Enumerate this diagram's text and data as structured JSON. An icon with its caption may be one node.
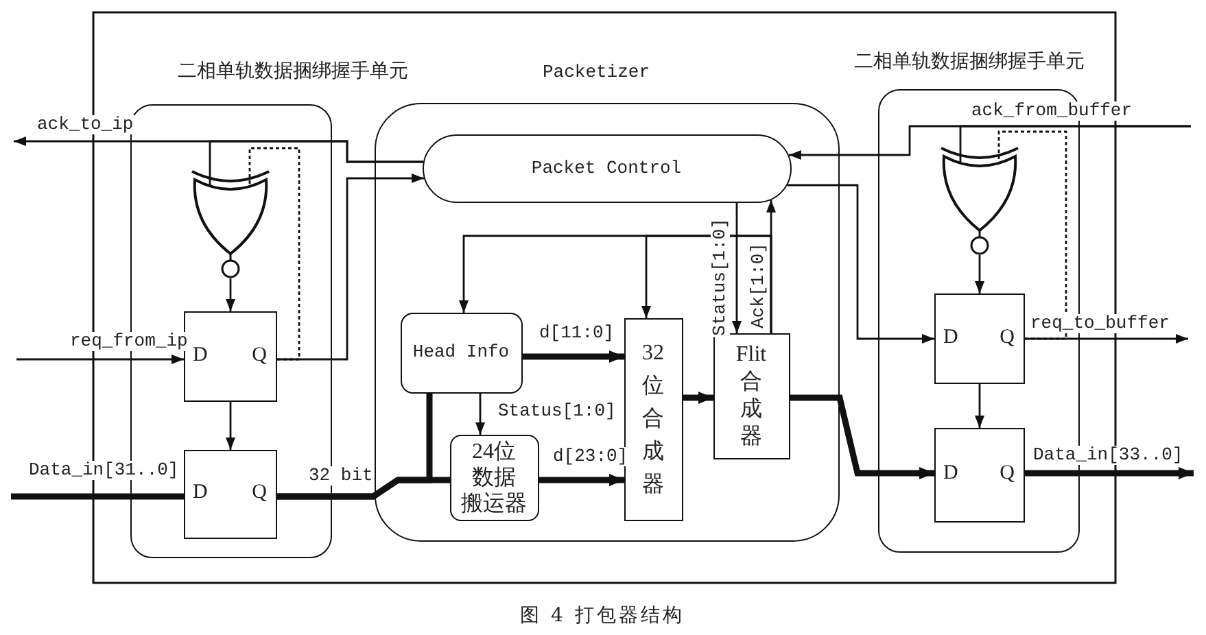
{
  "diagram": {
    "caption": "图 4 打包器结构",
    "nodes": [
      {
        "text": [
          "二相单轨数据捆绑握手单元"
        ]
      },
      {
        "text": [],
        "shape": "gate",
        "in": 0
      },
      {
        "text": [
          "D",
          "Q"
        ],
        "in": 0
      },
      {
        "text": [
          "D",
          "Q"
        ],
        "in": 0
      },
      {
        "text": [
          "Packetizer"
        ]
      },
      {
        "text": [
          "Packet Control"
        ],
        "in": 4
      },
      {
        "text": [
          "Head Info"
        ],
        "in": 4
      },
      {
        "text": [
          "24位数据搬运器"
        ],
        "in": 4
      },
      {
        "text": [
          "32位合成器"
        ],
        "in": 4
      },
      {
        "text": [
          "Flit合成器"
        ],
        "in": 4
      },
      {
        "text": [
          "二相单轨数据捆绑握手单元"
        ]
      },
      {
        "text": [],
        "shape": "gate",
        "in": 10
      },
      {
        "text": [
          "D",
          "Q"
        ],
        "in": 10
      },
      {
        "text": [
          "D",
          "Q"
        ],
        "in": 10
      }
    ],
    "edges": [
      {
        "from": 5,
        "to": null,
        "arrow": "to",
        "label": "ack_to_ip"
      },
      {
        "from": 5,
        "to": 1,
        "arrow": "none"
      },
      {
        "from": null,
        "to": 2,
        "arrow": "to",
        "label": "req_from_ip"
      },
      {
        "from": 1,
        "to": 2,
        "arrow": "to"
      },
      {
        "from": 2,
        "to": 3,
        "arrow": "to"
      },
      {
        "from": 2,
        "to": 5,
        "arrow": "to"
      },
      {
        "from": 2,
        "to": 1,
        "arrow": "none",
        "style": "dashed"
      },
      {
        "from": null,
        "to": 3,
        "arrow": "none",
        "label": "Data_in[31..0]",
        "style": "thick"
      },
      {
        "from": 3,
        "to": 7,
        "arrow": "none",
        "label": "32 bit",
        "style": "thick"
      },
      {
        "from": 3,
        "to": 6,
        "arrow": "none",
        "style": "thick"
      },
      {
        "from": 6,
        "to": 8,
        "arrow": "to",
        "label": "d[11:0]",
        "style": "thick"
      },
      {
        "from": 6,
        "to": 7,
        "arrow": "to",
        "label": "Status[1:0]"
      },
      {
        "from": 7,
        "to": 8,
        "arrow": "to",
        "label": "d[23:0]",
        "style": "thick"
      },
      {
        "from": 8,
        "to": 9,
        "arrow": "to",
        "style": "thick"
      },
      {
        "from": 5,
        "to": 9,
        "arrow": "to",
        "label": "Status[1:0]"
      },
      {
        "from": 9,
        "to": 5,
        "arrow": "to",
        "label": "Ack[1:0]"
      },
      {
        "from": 9,
        "to": 6,
        "arrow": "to"
      },
      {
        "from": 9,
        "to": 8,
        "arrow": "to"
      },
      {
        "from": 9,
        "to": 13,
        "arrow": "to",
        "style": "thick"
      },
      {
        "from": null,
        "to": 5,
        "arrow": "to",
        "label": "ack_from_buffer"
      },
      {
        "from": null,
        "to": 11,
        "arrow": "none"
      },
      {
        "from": 5,
        "to": 12,
        "arrow": "to"
      },
      {
        "from": 12,
        "to": null,
        "arrow": "to",
        "label": "req_to_buffer"
      },
      {
        "from": 12,
        "to": 11,
        "arrow": "none",
        "style": "dashed"
      },
      {
        "from": 11,
        "to": 12,
        "arrow": "to"
      },
      {
        "from": 12,
        "to": 13,
        "arrow": "to"
      },
      {
        "from": 13,
        "to": null,
        "arrow": "to",
        "label": "Data_in[33..0]",
        "style": "thick"
      }
    ]
  }
}
